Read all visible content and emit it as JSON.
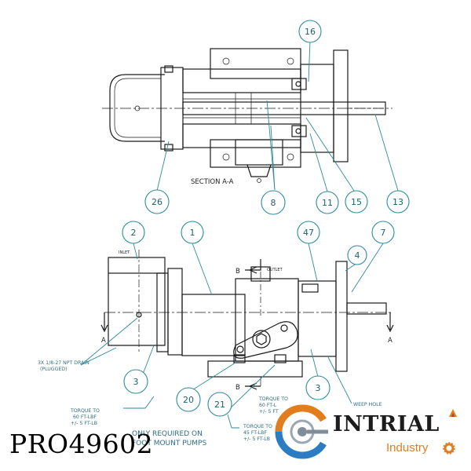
{
  "section_view": {
    "title": "SECTION A-A",
    "balloons": [
      "16",
      "26",
      "8",
      "11",
      "15",
      "13"
    ]
  },
  "elevation_view": {
    "inlet_label": "INLET",
    "outlet_label": "OUTLET",
    "section_mark_a": "A",
    "section_mark_b": "B",
    "balloons": [
      "2",
      "1",
      "47",
      "4",
      "7",
      "3",
      "3",
      "20",
      "21"
    ],
    "notes": {
      "drain": [
        "3X 1/8-27 NPT DRAIN",
        "(PLUGGED)"
      ],
      "torque_left": [
        "TORQUE TO",
        "60 FT-LBF",
        "+/- 5 FT-LB"
      ],
      "torque_mid": [
        "TORQUE TO",
        "45 FT-LBF",
        "+/- 5 FT-LB"
      ],
      "torque_right": [
        "TORQUE TO",
        "60 FT-L",
        "+/- 5 FT"
      ],
      "weep_hole": "WEEP HOLE",
      "foot_mount": [
        "ONLY REQUIRED ON",
        "FOOT MOUNT PUMPS"
      ]
    }
  },
  "part_number": "PRO49602",
  "brand": {
    "name": "INTRIAL",
    "sub": "Industry",
    "colors": {
      "orange": "#e27d1d",
      "blue": "#2b7cc2",
      "dark": "#1c1c1c"
    }
  }
}
